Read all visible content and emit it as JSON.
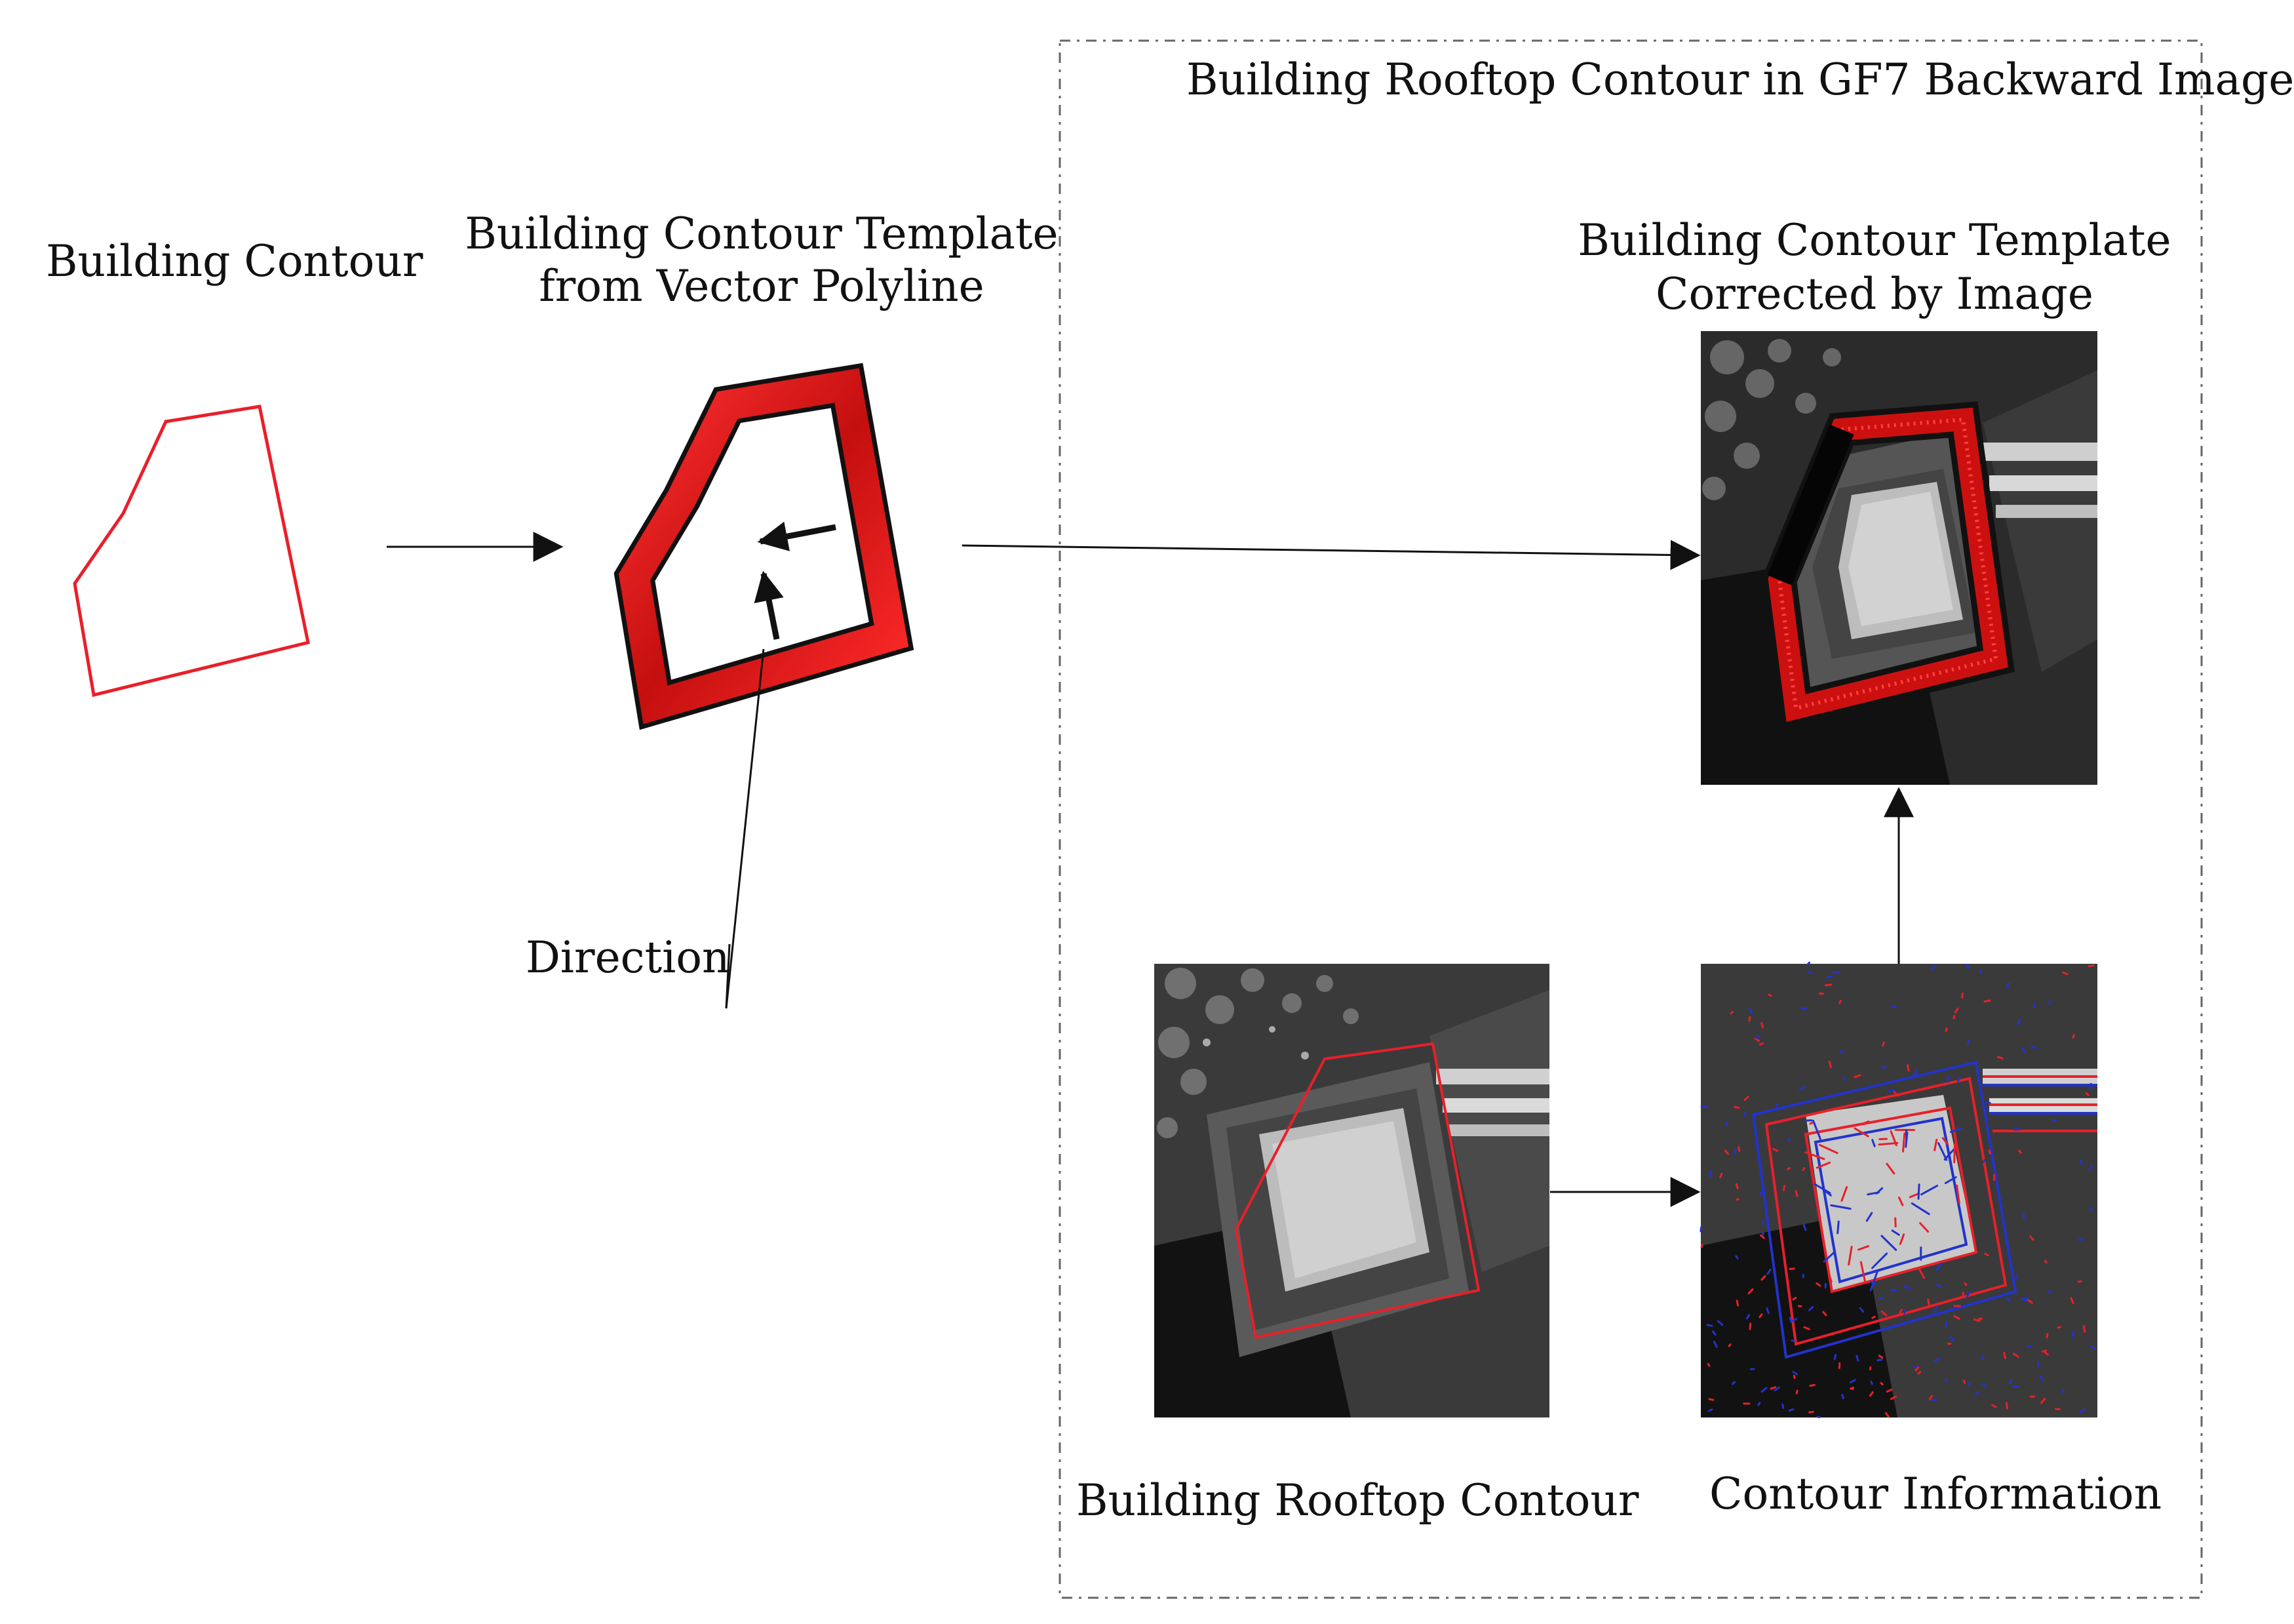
{
  "labels": {
    "building_contour": "Building Contour",
    "template_line1": "Building Contour Template",
    "template_line2": "from Vector Polyline",
    "direction": "Direction",
    "panel_title": "Building Rooftop Contour in GF7 Backward Image",
    "corrected_line1": "Building Contour Template",
    "corrected_line2": "Corrected by Image",
    "rooftop_contour": "Building Rooftop Contour",
    "contour_information": "Contour Information"
  },
  "colors": {
    "contour_red": "#e8202a",
    "template_red": "#cc1010",
    "edge_blue": "#2233cc",
    "frame_gray": "#666666",
    "arrow": "#111111"
  }
}
